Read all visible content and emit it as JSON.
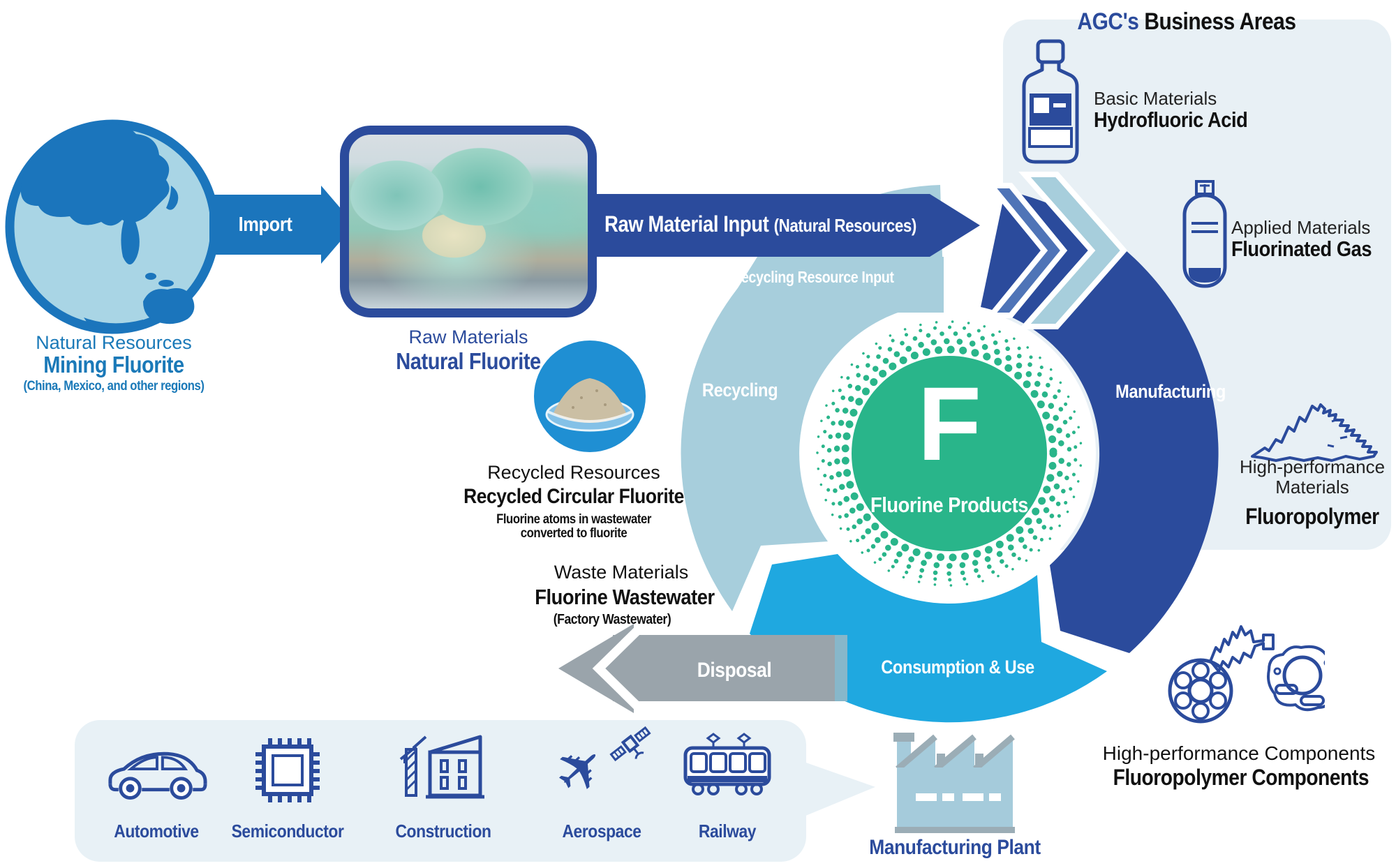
{
  "colors": {
    "brand_blue": "#1b75bc",
    "dark_blue": "#2b4b9c",
    "bright_blue": "#1fa8e0",
    "pale_blue": "#a7cedc",
    "green": "#29b58a",
    "gray": "#9aa4ab",
    "panel_bg": "#e8f0f5"
  },
  "natural_resources": {
    "icon": "globe-icon",
    "category": "Natural Resources",
    "title": "Mining Fluorite",
    "note": "(China, Mexico, and other regions)"
  },
  "flow": {
    "import_label": "Import",
    "raw_material_input": "Raw Material Input ",
    "raw_material_input_sub": "(Natural Resources)",
    "recycling_resource_input": "Recycling Resource Input",
    "disposal_label": "Disposal"
  },
  "raw_materials": {
    "photo": "natural-fluorite-photo",
    "category": "Raw Materials",
    "title": "Natural Fluorite"
  },
  "cycle": {
    "center_symbol": "F",
    "center_label": "Fluorine Products",
    "segments": [
      {
        "label": "Manufacturing"
      },
      {
        "label": "Consumption & Use"
      },
      {
        "label": "Recycling"
      }
    ]
  },
  "business_areas": {
    "title_brand": "AGC's",
    "title_rest": " Business Areas",
    "items": [
      {
        "icon": "acid-bottle-icon",
        "category": "Basic Materials",
        "name": "Hydrofluoric Acid"
      },
      {
        "icon": "gas-cylinder-icon",
        "category": "Applied Materials",
        "name": "Fluorinated Gas"
      },
      {
        "icon": "powder-pile-icon",
        "category": "High-performance Materials",
        "name": "Fluoropolymer"
      }
    ]
  },
  "recycled_resources": {
    "photo": "fluorite-powder-photo",
    "category": "Recycled Resources",
    "title": "Recycled Circular Fluorite",
    "note_line1": "Fluorine atoms in wastewater",
    "note_line2": "converted to fluorite"
  },
  "waste_materials": {
    "category": "Waste Materials",
    "title": "Fluorine Wastewater",
    "note": "(Factory Wastewater)"
  },
  "industries": {
    "items": [
      {
        "icon": "car-icon",
        "label": "Automotive"
      },
      {
        "icon": "chip-icon",
        "label": "Semiconductor"
      },
      {
        "icon": "crane-building-icon",
        "label": "Construction"
      },
      {
        "icon": "airplane-satellite-icon",
        "glyph": "✈",
        "label": "Aerospace"
      },
      {
        "icon": "tram-icon",
        "label": "Railway"
      }
    ]
  },
  "manufacturing_plant": {
    "icon": "factory-icon",
    "label": "Manufacturing Plant"
  },
  "components": {
    "icon": "machine-parts-icon",
    "category": "High-performance Components",
    "title": "Fluoropolymer Components"
  }
}
